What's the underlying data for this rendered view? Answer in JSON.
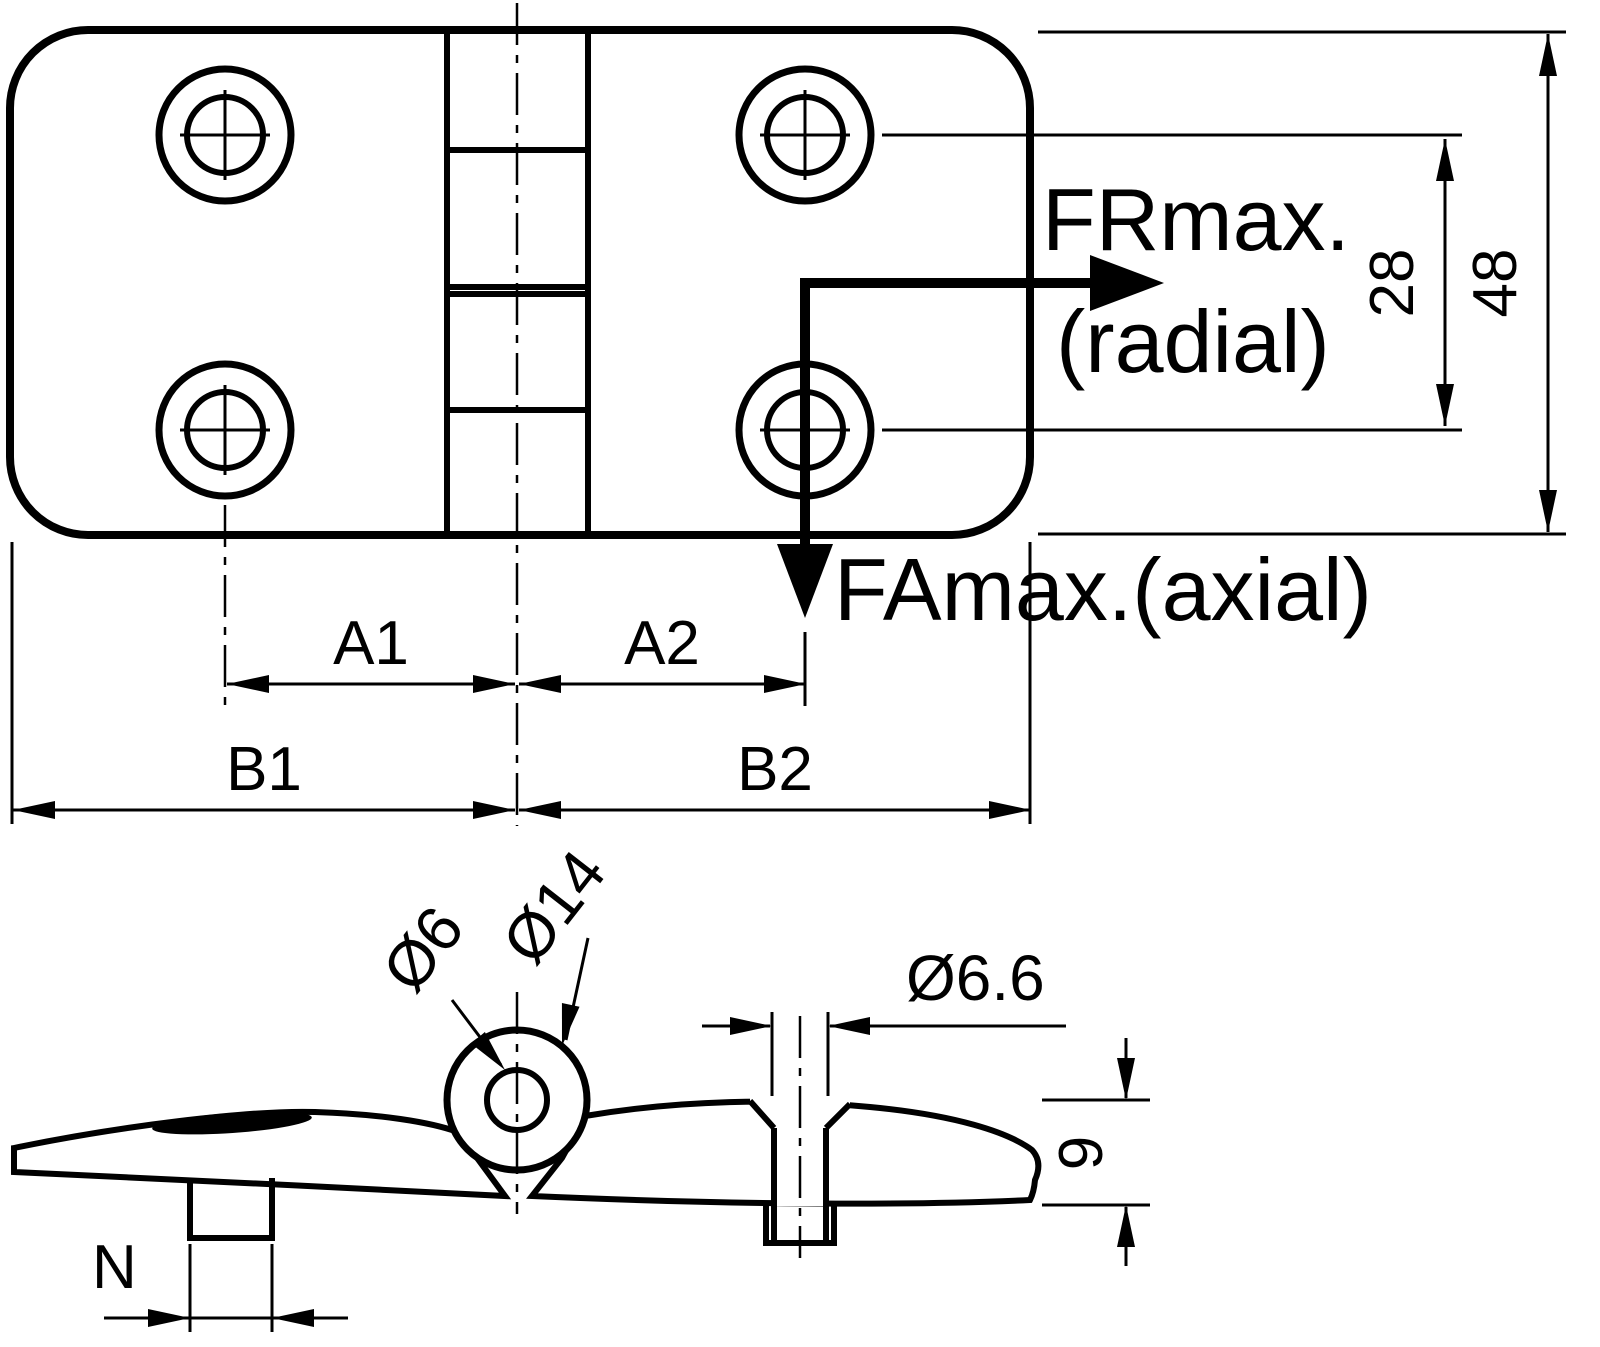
{
  "colors": {
    "line": "#000000",
    "background": "#ffffff"
  },
  "top_view": {
    "force_radial_label": "FRmax.",
    "force_radial_unit": "(radial)",
    "force_axial_label": "FAmax.(axial)",
    "dim_hole_pitch": "28",
    "dim_overall_height": "48",
    "dim_a1": "A1",
    "dim_a2": "A2",
    "dim_b1": "B1",
    "dim_b2": "B2"
  },
  "section_view": {
    "dia_pin": "Ø6",
    "dia_knuckle": "Ø14",
    "dia_mounting_hole": "Ø6.6",
    "dim_thickness": "9",
    "dim_thread": "N"
  }
}
